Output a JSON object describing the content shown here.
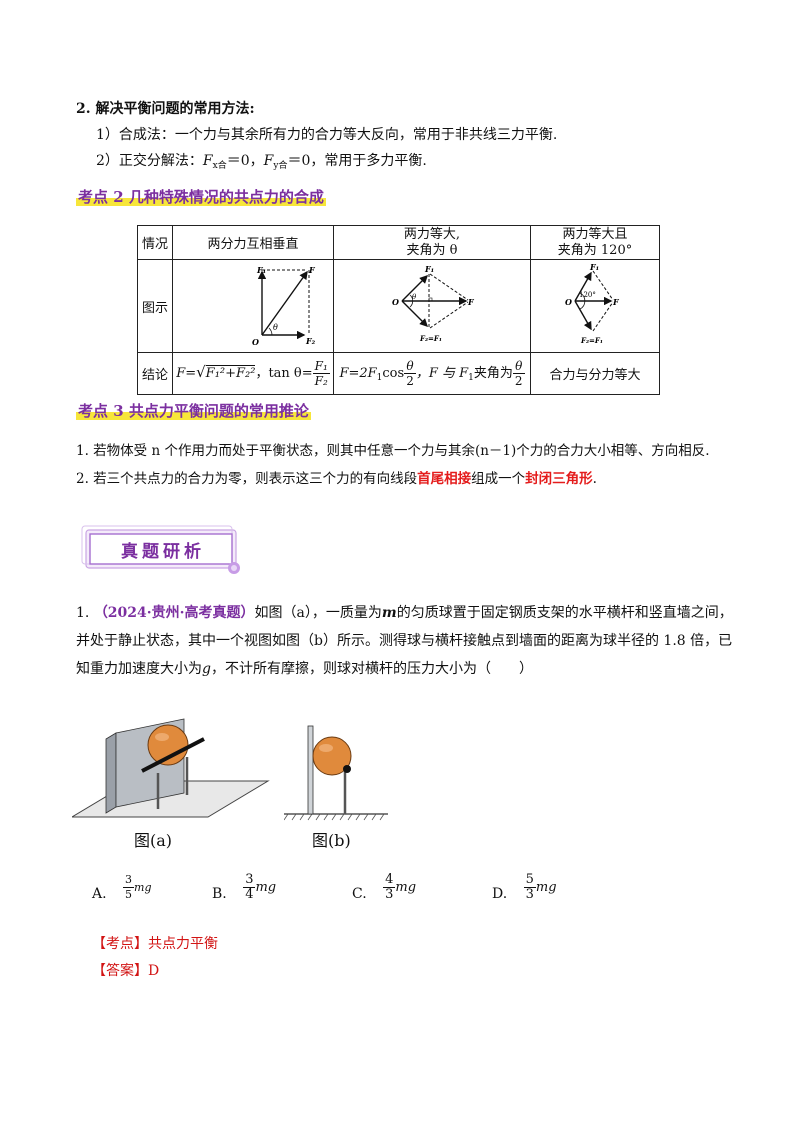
{
  "sec2": {
    "heading": "2. 解决平衡问题的常用方法:",
    "item1": "1）合成法：一个力与其余所有力的合力等大反向，常用于非共线三力平衡.",
    "item2_prefix": "2）正交分解法：",
    "item2_fx": "F",
    "item2_fx_sub": "x合",
    "item2_eq1": "＝0，",
    "item2_fy": "F",
    "item2_fy_sub": "y合",
    "item2_eq2": "＝0，常用于多力平衡."
  },
  "kp2": {
    "title": "考点 2  几种特殊情况的共点力的合成"
  },
  "table": {
    "headers": [
      "情况",
      "两分力互相垂直",
      "两力等大,",
      "夹角为 θ",
      "两力等大且",
      "夹角为 120°"
    ],
    "row2_label": "图示",
    "row3_label": "结论",
    "conclusion1_prefix": "F=",
    "conclusion1_mid": "，tan θ=",
    "conclusion2_prefix": "F=2F",
    "conclusion2_mid": "cos",
    "conclusion2_mid2": "，F 与 F",
    "conclusion2_end": "夹角为",
    "conclusion3": "合力与分力等大",
    "frac_num": "F₁",
    "frac_den": "F₂",
    "theta": "θ",
    "two": "2",
    "sqrt_body": "F₁²+F₂²",
    "sub1": "1"
  },
  "diagrams": {
    "d1": {
      "F1": "F₁",
      "F": "F",
      "O": "O",
      "theta": "θ",
      "F2": "F₂"
    },
    "d2": {
      "F1": "F₁",
      "O": "O",
      "theta": "θ",
      "F": "F",
      "F2": "F₂=F₁"
    },
    "d3": {
      "F1": "F₁",
      "O": "O",
      "angle": "120°",
      "F": "F",
      "F2": "F₂=F₁"
    }
  },
  "kp3": {
    "title": "考点 3  共点力平衡问题的常用推论",
    "item1": "1.  若物体受 n 个作用力而处于平衡状态，则其中任意一个力与其余(n－1)个力的合力大小相等、方向相反.",
    "item2_a": "2.  若三个共点力的合力为零，则表示这三个力的有向线段",
    "item2_red1": "首尾相接",
    "item2_b": "组成一个",
    "item2_red2": "封闭三角形",
    "item2_c": "."
  },
  "banner": {
    "label": "真题研析"
  },
  "q1": {
    "number": "1.",
    "source": "（2024·贵州·高考真题）",
    "line1_a": "如图（a），一质量为",
    "m": "m",
    "line1_b": "的匀质球置于固定钢质支架的水平横杆和竖直墙之间，",
    "line2": "并处于静止状态，其中一个视图如图（b）所示。测得球与横杆接触点到墙面的距离为球半径的 1.8 倍，已",
    "line3_a": "知重力加速度大小为",
    "g": "g",
    "line3_b": "，不计所有摩擦，则球对横杆的压力大小为（　　）",
    "fig_a": "图(a)",
    "fig_b": "图(b)"
  },
  "options": [
    {
      "label": "A.",
      "num": "3",
      "den": "5",
      "unit": "mg"
    },
    {
      "label": "B.",
      "num": "3",
      "den": "4",
      "unit": "mg"
    },
    {
      "label": "C.",
      "num": "4",
      "den": "3",
      "unit": "mg"
    },
    {
      "label": "D.",
      "num": "5",
      "den": "3",
      "unit": "mg"
    }
  ],
  "answer": {
    "kd_label": "【考点】",
    "kd_value": "共点力平衡",
    "ans_label": "【答案】",
    "ans_value": "D"
  },
  "colors": {
    "purple": "#7b2fa0",
    "red": "#e41c1c",
    "highlight": "#f7e63a",
    "ball": "#e08a3c"
  }
}
